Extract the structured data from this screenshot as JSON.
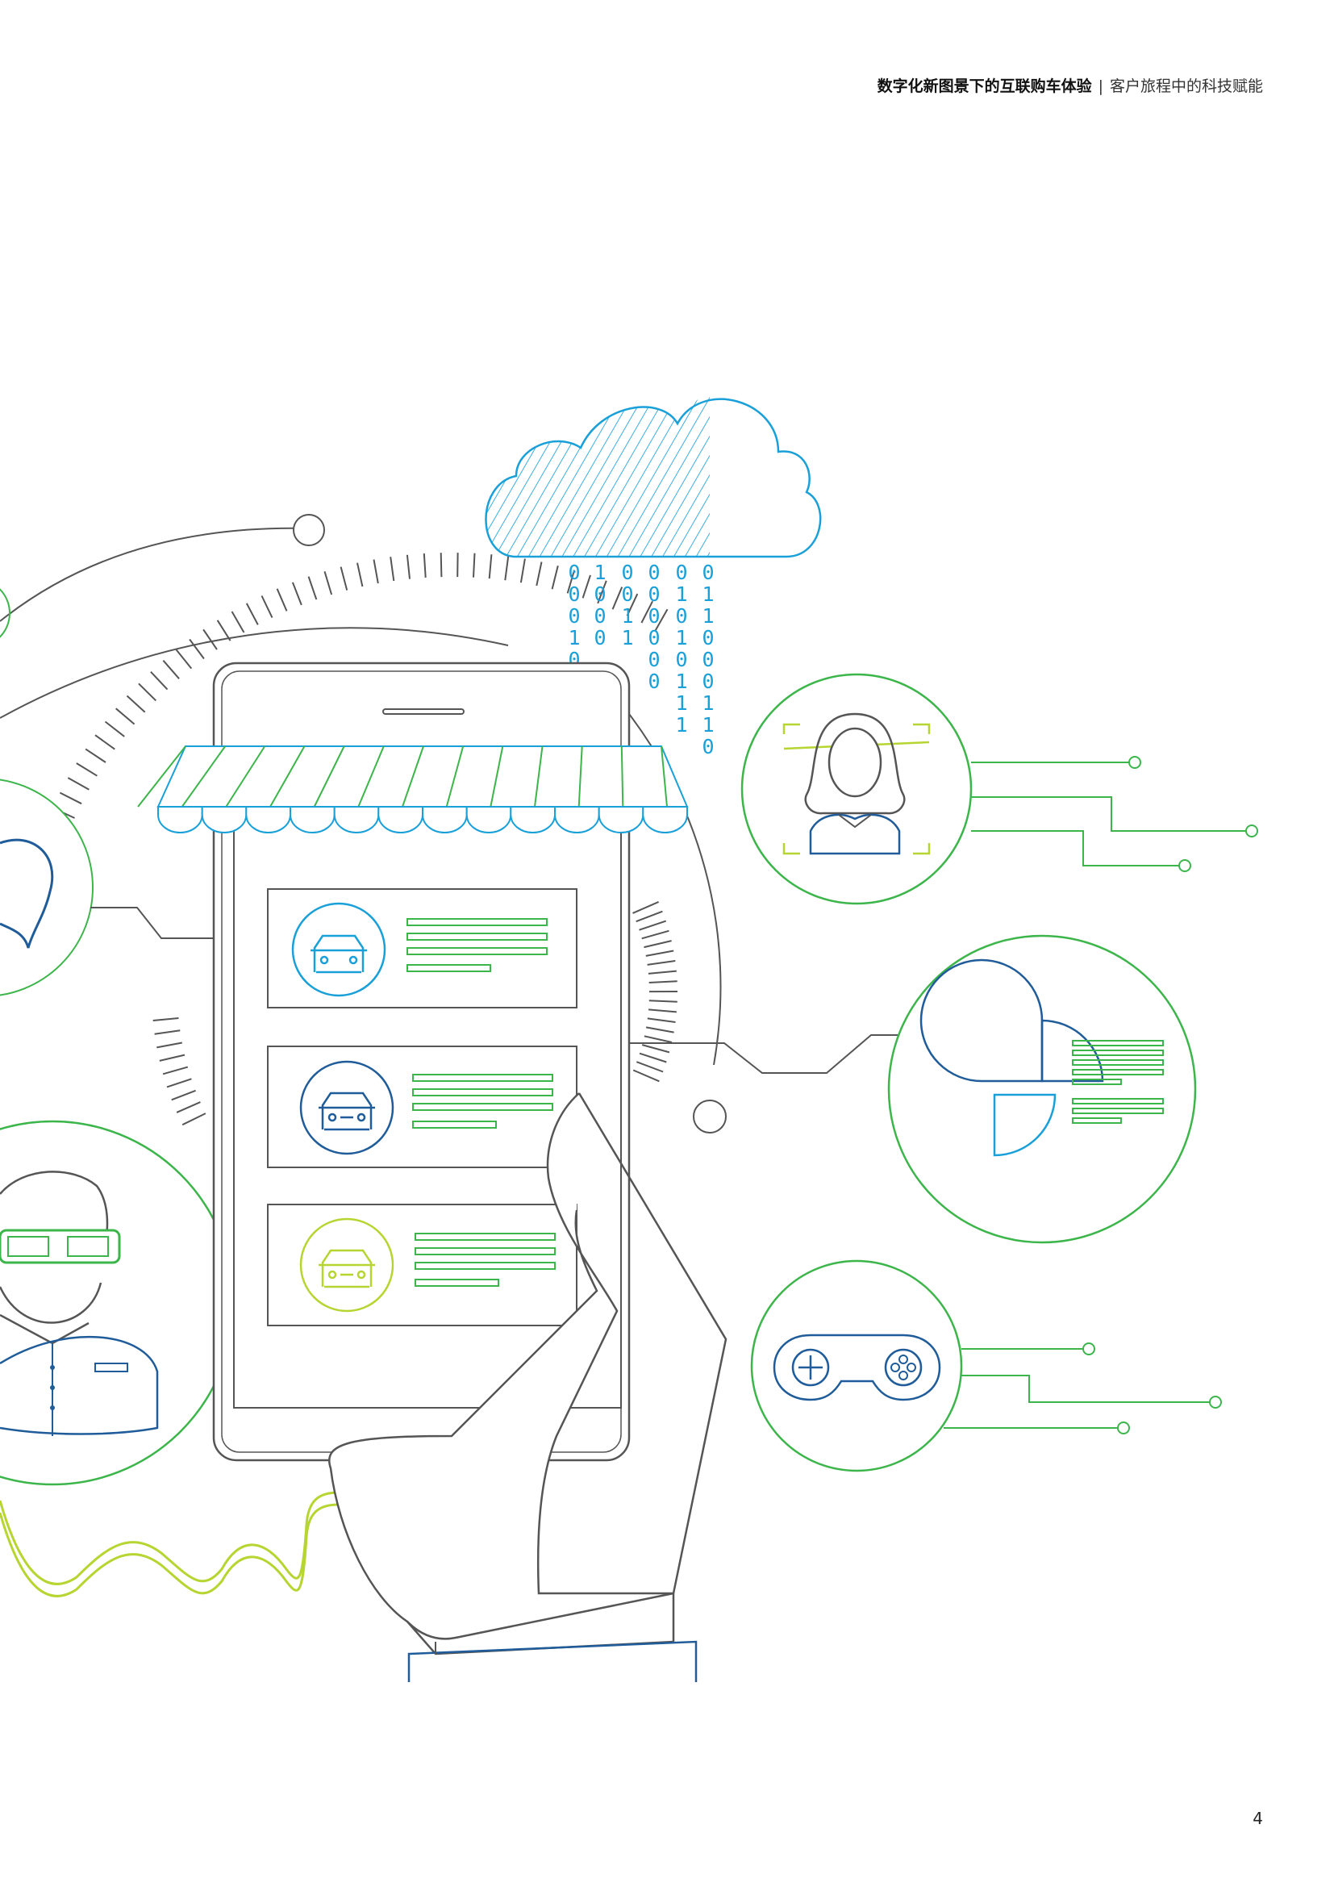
{
  "header": {
    "title_bold": "数字化新图景下的互联购车体验",
    "separator": "|",
    "subtitle": "客户旅程中的科技赋能"
  },
  "illustration": {
    "binary_columns": [
      [
        "0",
        "0",
        "0",
        "1",
        "0"
      ],
      [
        "1",
        "0",
        "0",
        "0"
      ],
      [
        "0",
        "0",
        "1",
        "1"
      ],
      [
        "0",
        "0",
        "0",
        "0",
        "0",
        "0"
      ],
      [
        "0",
        "1",
        "0",
        "1",
        "0",
        "1",
        "1",
        "1"
      ],
      [
        "0",
        "1",
        "1",
        "0",
        "0",
        "0",
        "1",
        "1",
        "0"
      ]
    ],
    "colors": {
      "green": "#3cb54a",
      "lime": "#b6d531",
      "cyan": "#1aa0d8",
      "navy": "#1f5c99",
      "gray": "#555555"
    }
  },
  "page_number": "4"
}
